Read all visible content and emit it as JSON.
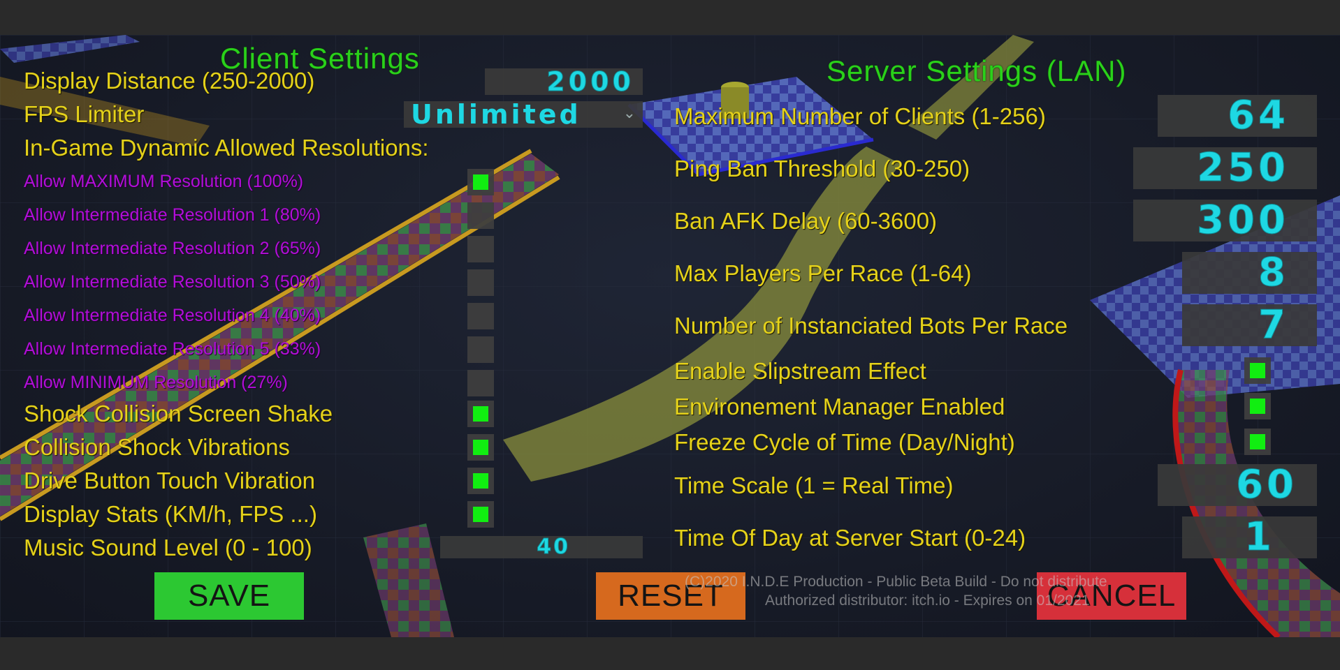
{
  "colors": {
    "title": "#2ad11a",
    "label": "#e5d21a",
    "sublabel": "#b10fd8",
    "value": "#1ed8e3",
    "check": "#11ee11",
    "save": "#2cc832",
    "reset": "#d6691e",
    "cancel": "#d6303a"
  },
  "client": {
    "title": "Client Settings",
    "display_distance": {
      "label": "Display Distance (250-2000)",
      "value": "2000"
    },
    "fps_limiter": {
      "label": "FPS Limiter",
      "value": "Unlimited",
      "icon": "chevron-down-icon"
    },
    "resolutions_heading": "In-Game Dynamic Allowed Resolutions:",
    "resolutions": [
      {
        "label": "Allow MAXIMUM Resolution (100%)",
        "checked": true
      },
      {
        "label": "Allow Intermediate Resolution 1 (80%)",
        "checked": false
      },
      {
        "label": "Allow Intermediate Resolution 2 (65%)",
        "checked": false
      },
      {
        "label": "Allow Intermediate Resolution 3 (50%)",
        "checked": false
      },
      {
        "label": "Allow Intermediate Resolution 4 (40%)",
        "checked": false
      },
      {
        "label": "Allow Intermediate Resolution 5 (33%)",
        "checked": false
      },
      {
        "label": "Allow MINIMUM Resolution (27%)",
        "checked": false
      }
    ],
    "toggles": [
      {
        "label": "Shock Collision Screen Shake",
        "checked": true
      },
      {
        "label": "Collision Shock Vibrations",
        "checked": true
      },
      {
        "label": "Drive Button Touch Vibration",
        "checked": true
      },
      {
        "label": "Display Stats (KM/h, FPS ...)",
        "checked": true
      }
    ],
    "music": {
      "label": "Music Sound Level (0 - 100)",
      "value": "40"
    }
  },
  "server": {
    "title": "Server Settings (LAN)",
    "fields": [
      {
        "label": "Maximum Number of Clients (1-256)",
        "value": "64"
      },
      {
        "label": "Ping Ban Threshold (30-250)",
        "value": "250"
      },
      {
        "label": "Ban AFK Delay (60-3600)",
        "value": "300"
      },
      {
        "label": "Max Players Per Race (1-64)",
        "value": "8"
      },
      {
        "label": "Number of Instanciated Bots Per Race",
        "value": "7"
      }
    ],
    "toggles": [
      {
        "label": "Enable Slipstream Effect",
        "checked": true
      },
      {
        "label": "Environement Manager Enabled",
        "checked": true
      },
      {
        "label": "Freeze Cycle of Time (Day/Night)",
        "checked": true
      }
    ],
    "time_scale": {
      "label": "Time Scale (1 = Real Time)",
      "value": "60"
    },
    "time_of_day": {
      "label": "Time Of Day at Server Start (0-24)",
      "value": "1"
    }
  },
  "buttons": {
    "save": "SAVE",
    "reset": "RESET",
    "cancel": "CANCEL"
  },
  "footer": {
    "line1": "(C)2020 I.N.D.E Production - Public Beta Build - Do not distribute",
    "line2": "Authorized distributor: itch.io - Expires on 01/2021"
  }
}
